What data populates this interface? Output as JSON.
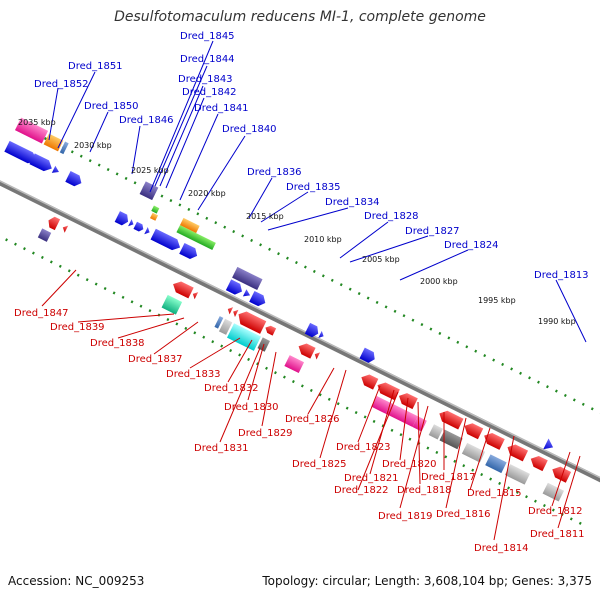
{
  "title": "Desulfotomaculum reducens MI-1, complete genome",
  "footer": {
    "accession": "Accession: NC_009253",
    "summary": "Topology: circular; Length: 3,608,104 bp; Genes: 3,375"
  },
  "scale_labels": [
    "2035 kbp",
    "2030 kbp",
    "2025 kbp",
    "2020 kbp",
    "2015 kbp",
    "2010 kbp",
    "2005 kbp",
    "2000 kbp",
    "1995 kbp",
    "1990 kbp"
  ],
  "top_genes": [
    "Dred_1845",
    "Dred_1844",
    "Dred_1843",
    "Dred_1842",
    "Dred_1841",
    "Dred_1851",
    "Dred_1852",
    "Dred_1850",
    "Dred_1846",
    "Dred_1840",
    "Dred_1836",
    "Dred_1835",
    "Dred_1834",
    "Dred_1828",
    "Dred_1827",
    "Dred_1824",
    "Dred_1813"
  ],
  "bottom_genes": [
    "Dred_1847",
    "Dred_1839",
    "Dred_1838",
    "Dred_1837",
    "Dred_1833",
    "Dred_1832",
    "Dred_1830",
    "Dred_1829",
    "Dred_1831",
    "Dred_1826",
    "Dred_1825",
    "Dred_1823",
    "Dred_1821",
    "Dred_1822",
    "Dred_1820",
    "Dred_1818",
    "Dred_1819",
    "Dred_1817",
    "Dred_1816",
    "Dred_1815",
    "Dred_1814",
    "Dred_1812",
    "Dred_1811"
  ],
  "colors": {
    "forward_strand": "#0000ee",
    "reverse_strand": "#ee0000",
    "backbone": "#888888",
    "tick": "#228822"
  }
}
